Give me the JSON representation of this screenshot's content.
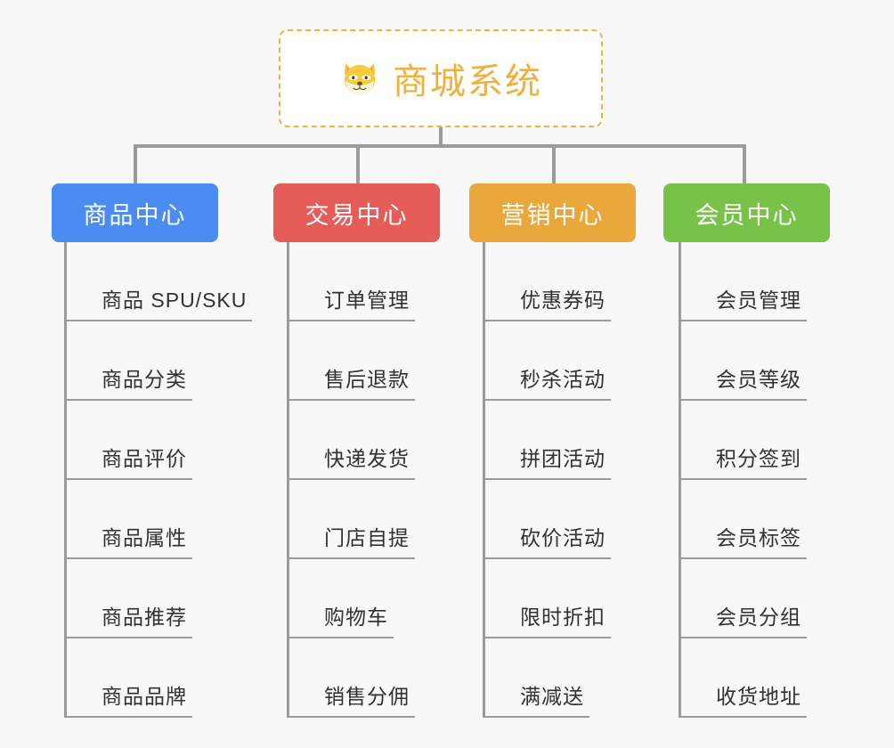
{
  "root": {
    "title": "商城系统",
    "icon": "dog-face-icon",
    "border_color": "#eeb33c",
    "title_color": "#f0b13c",
    "background": "#ffffff"
  },
  "canvas": {
    "background": "#f8f8f8",
    "connector_color": "#9b9b9b"
  },
  "branches": [
    {
      "label": "商品中心",
      "color": "#4a8cf0",
      "items": [
        "商品 SPU/SKU",
        "商品分类",
        "商品评价",
        "商品属性",
        "商品推荐",
        "商品品牌"
      ]
    },
    {
      "label": "交易中心",
      "color": "#e65c58",
      "items": [
        "订单管理",
        "售后退款",
        "快递发货",
        "门店自提",
        "购物车",
        "销售分佣"
      ]
    },
    {
      "label": "营销中心",
      "color": "#eaa83c",
      "items": [
        "优惠券码",
        "秒杀活动",
        "拼团活动",
        "砍价活动",
        "限时折扣",
        "满减送"
      ]
    },
    {
      "label": "会员中心",
      "color": "#79c249",
      "items": [
        "会员管理",
        "会员等级",
        "积分签到",
        "会员标签",
        "会员分组",
        "收货地址"
      ]
    }
  ]
}
